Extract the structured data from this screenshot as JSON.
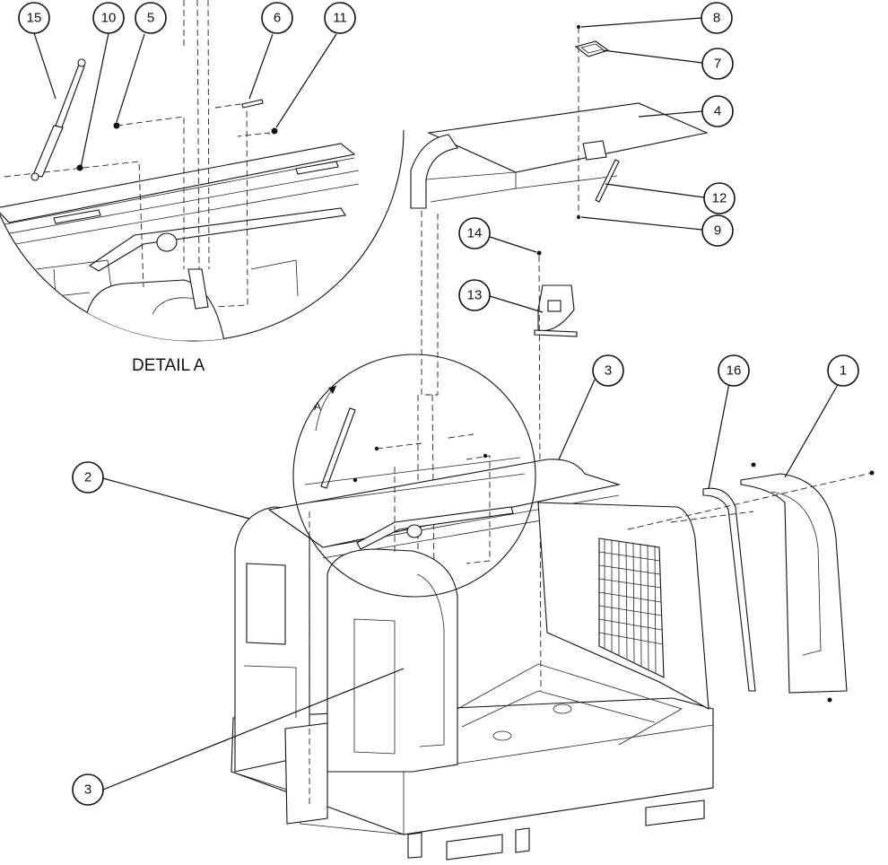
{
  "detail": {
    "label": "DETAIL A",
    "view_letter": "A"
  },
  "callouts": {
    "c15": "15",
    "c10": "10",
    "c5": "5",
    "c6": "6",
    "c11": "11",
    "c8": "8",
    "c7": "7",
    "c4": "4",
    "c12": "12",
    "c9": "9",
    "c14": "14",
    "c13": "13",
    "c3a": "3",
    "c16": "16",
    "c1": "1",
    "c2": "2",
    "c3b": "3"
  }
}
